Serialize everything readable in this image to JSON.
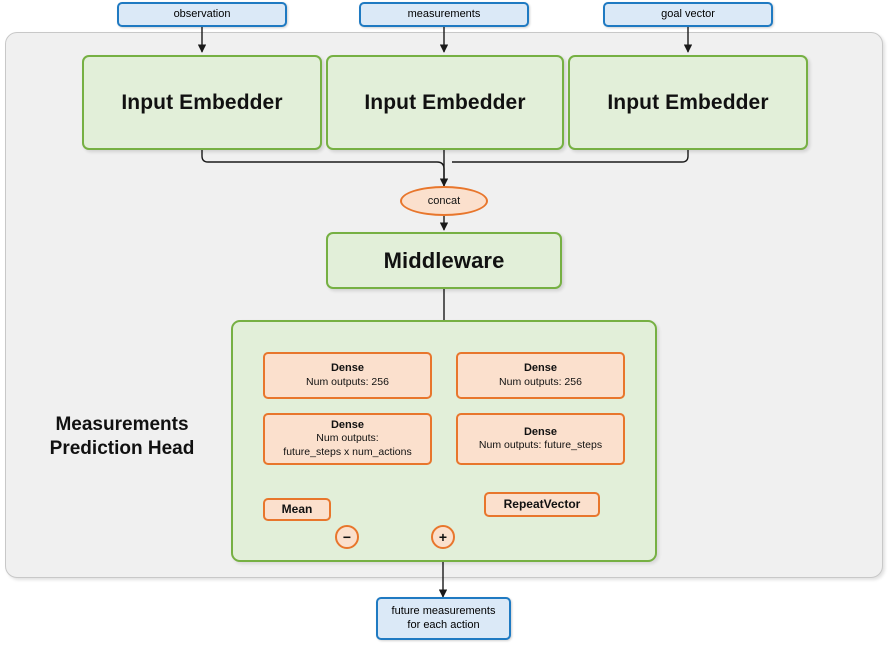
{
  "diagram": {
    "title": "Measurements Prediction Head network architecture",
    "colors": {
      "panel_bg": "#f0f0f0",
      "io_fill": "#dbe9f7",
      "io_stroke": "#1f7ac2",
      "module_fill": "#e2efd9",
      "module_stroke": "#76b043",
      "op_fill": "#fbe0cd",
      "op_stroke": "#e8762c",
      "wire": "#1a1a1a"
    }
  },
  "inputs": [
    {
      "label": "observation"
    },
    {
      "label": "measurements"
    },
    {
      "label": "goal vector"
    }
  ],
  "embedders": [
    {
      "label": "Input Embedder"
    },
    {
      "label": "Input Embedder"
    },
    {
      "label": "Input Embedder"
    }
  ],
  "concat": {
    "label": "concat"
  },
  "middleware": {
    "label": "Middleware"
  },
  "head": {
    "label_line1": "Measurements",
    "label_line2": "Prediction Head",
    "left_branch": {
      "dense_1": {
        "head": "Dense",
        "line1": "Num outputs: 256"
      },
      "dense_2": {
        "head": "Dense",
        "line1": "Num outputs:",
        "line2": "future_steps x num_actions"
      },
      "mean": {
        "label": "Mean"
      },
      "subtract": {
        "symbol": "−"
      }
    },
    "right_branch": {
      "dense_1": {
        "head": "Dense",
        "line1": "Num outputs: 256"
      },
      "dense_2": {
        "head": "Dense",
        "line1": "Num outputs: future_steps"
      },
      "repeat_vector": {
        "label": "RepeatVector"
      }
    },
    "add": {
      "symbol": "+"
    }
  },
  "output": {
    "line1": "future measurements",
    "line2": "for each action"
  }
}
